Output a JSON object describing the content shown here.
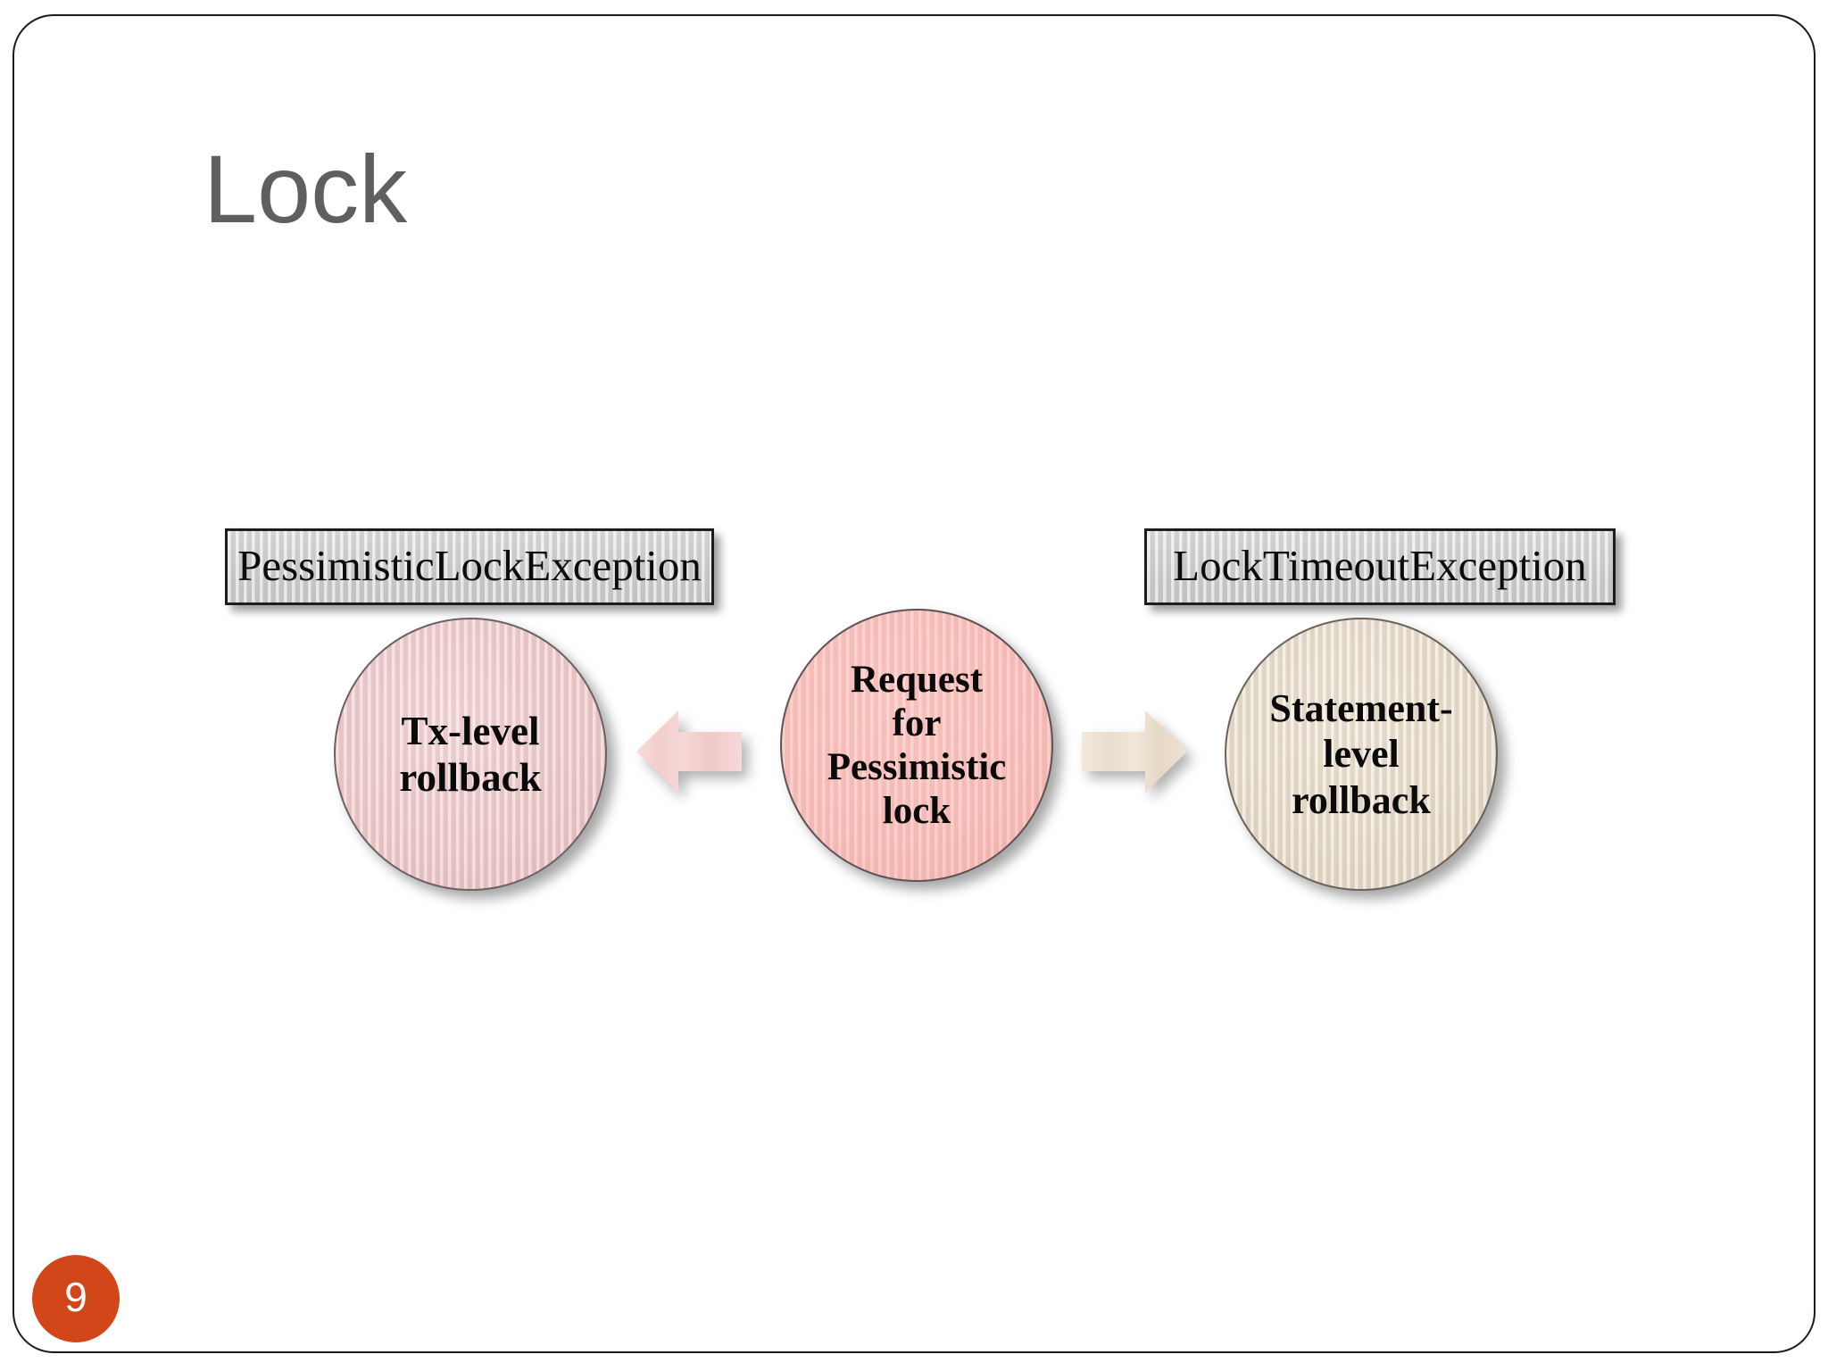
{
  "slide": {
    "title": "Lock",
    "page_number": "9",
    "accent_color": "#d2471a",
    "title_color": "#5f5f5f",
    "background_color": "#ffffff",
    "border_color": "#1a1a1a"
  },
  "diagram": {
    "type": "flow",
    "labels": [
      {
        "id": "pessimistic-lock-exception",
        "text": "PessimisticLockException",
        "fill_color": "#d4d4d4",
        "border_color": "#1c1c1c"
      },
      {
        "id": "lock-timeout-exception",
        "text": "LockTimeoutException",
        "fill_color": "#d4d4d4",
        "border_color": "#1c1c1c"
      }
    ],
    "nodes": [
      {
        "id": "tx-level-rollback",
        "lines": [
          "Tx-level",
          "rollback"
        ],
        "fill_color": "#efd0d0"
      },
      {
        "id": "request-for-pessimistic-lock",
        "lines": [
          "Request",
          "for",
          "Pessimistic",
          "lock"
        ],
        "fill_color": "#f9c3bf"
      },
      {
        "id": "statement-level-rollback",
        "lines": [
          "Statement-",
          "level",
          "rollback"
        ],
        "fill_color": "#e8ddcd"
      }
    ],
    "arrows": [
      {
        "id": "arrow-to-tx-level-rollback",
        "direction": "left",
        "fill_color": "#f4d0cf",
        "from": "request-for-pessimistic-lock",
        "to": "tx-level-rollback"
      },
      {
        "id": "arrow-to-statement-level-rollback",
        "direction": "right",
        "fill_color": "#ece1d2",
        "from": "request-for-pessimistic-lock",
        "to": "statement-level-rollback"
      }
    ]
  }
}
